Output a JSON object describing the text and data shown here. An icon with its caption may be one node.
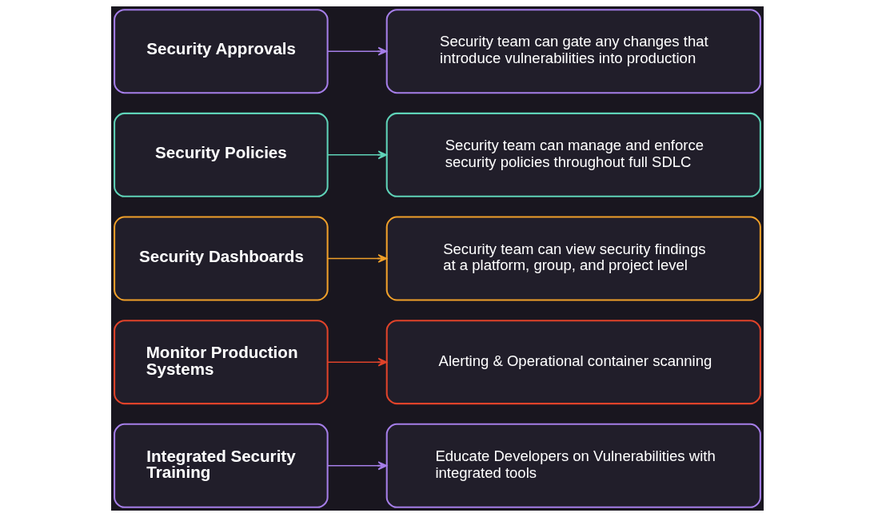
{
  "diagram": {
    "nodes": [
      {
        "text": [
          "Security Approvals"
        ]
      },
      {
        "text": [
          "Security team can gate any changes that introduce vulnerabilities into production"
        ]
      },
      {
        "text": [
          "Security Policies"
        ]
      },
      {
        "text": [
          "Security team can manage and enforce security policies throughout full SDLC"
        ]
      },
      {
        "text": [
          "Security Dashboards"
        ]
      },
      {
        "text": [
          "Security team can view security findings at a platform, group, and project level"
        ]
      },
      {
        "text": [
          "Monitor Production Systems"
        ]
      },
      {
        "text": [
          "Alerting & Operational container scanning"
        ]
      },
      {
        "text": [
          "Integrated Security Training"
        ]
      },
      {
        "text": [
          "Educate Developers on Vulnerabilities with integrated tools"
        ]
      }
    ],
    "edges": [
      {
        "from": 0,
        "to": 1,
        "arrow": "to"
      },
      {
        "from": 2,
        "to": 3,
        "arrow": "to",
        "color": "#5fd3b8"
      },
      {
        "from": 4,
        "to": 5,
        "arrow": "to",
        "color": "#f0a02a"
      },
      {
        "from": 6,
        "to": 7,
        "arrow": "to",
        "color": "#e0432a"
      },
      {
        "from": 8,
        "to": 9,
        "arrow": "to"
      }
    ]
  }
}
